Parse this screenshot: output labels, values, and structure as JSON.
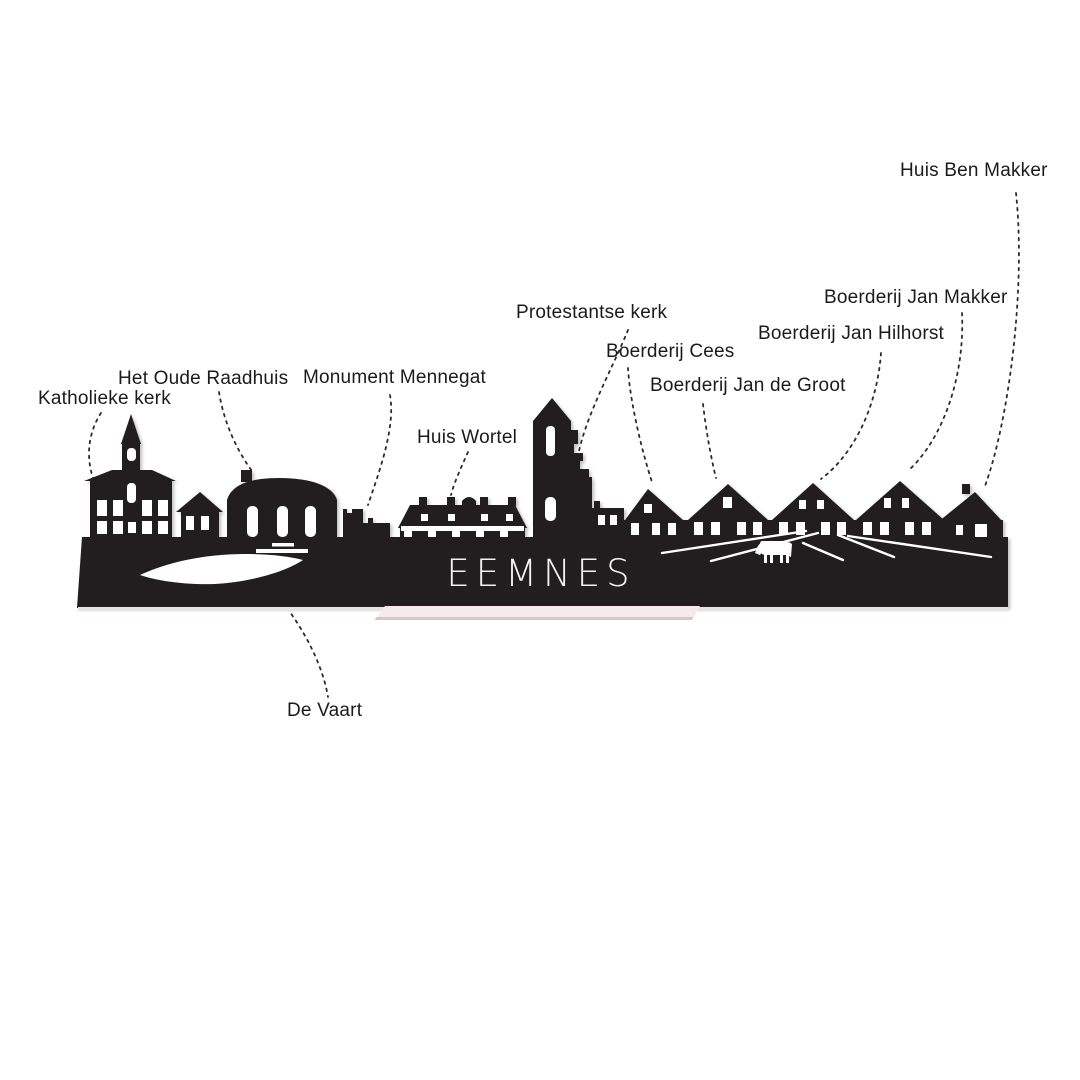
{
  "title": "EEMNES",
  "labels": [
    {
      "id": "katholieke-kerk",
      "text": "Katholieke kerk"
    },
    {
      "id": "het-oude-raadhuis",
      "text": "Het Oude Raadhuis"
    },
    {
      "id": "monument-mennegat",
      "text": "Monument Mennegat"
    },
    {
      "id": "huis-wortel",
      "text": "Huis Wortel"
    },
    {
      "id": "protestantse-kerk",
      "text": "Protestantse kerk"
    },
    {
      "id": "boerderij-cees",
      "text": "Boerderij Cees"
    },
    {
      "id": "boerderij-jan-de-groot",
      "text": "Boerderij Jan de Groot"
    },
    {
      "id": "boerderij-jan-hilhorst",
      "text": "Boerderij Jan Hilhorst"
    },
    {
      "id": "boerderij-jan-makker",
      "text": "Boerderij Jan Makker"
    },
    {
      "id": "huis-ben-makker",
      "text": "Huis Ben Makker"
    },
    {
      "id": "de-vaart",
      "text": "De Vaart"
    }
  ],
  "colors": {
    "background": "#ffffff",
    "silhouette": "#221e1f",
    "cutout": "#ffffff",
    "line": "#2b2b2b",
    "label_text": "#1b1b1b",
    "title_text": "#f3f1f1",
    "stand": "#f6ebea",
    "stand_edge": "#d9c7c5",
    "bevel": "#e7e4e3"
  }
}
